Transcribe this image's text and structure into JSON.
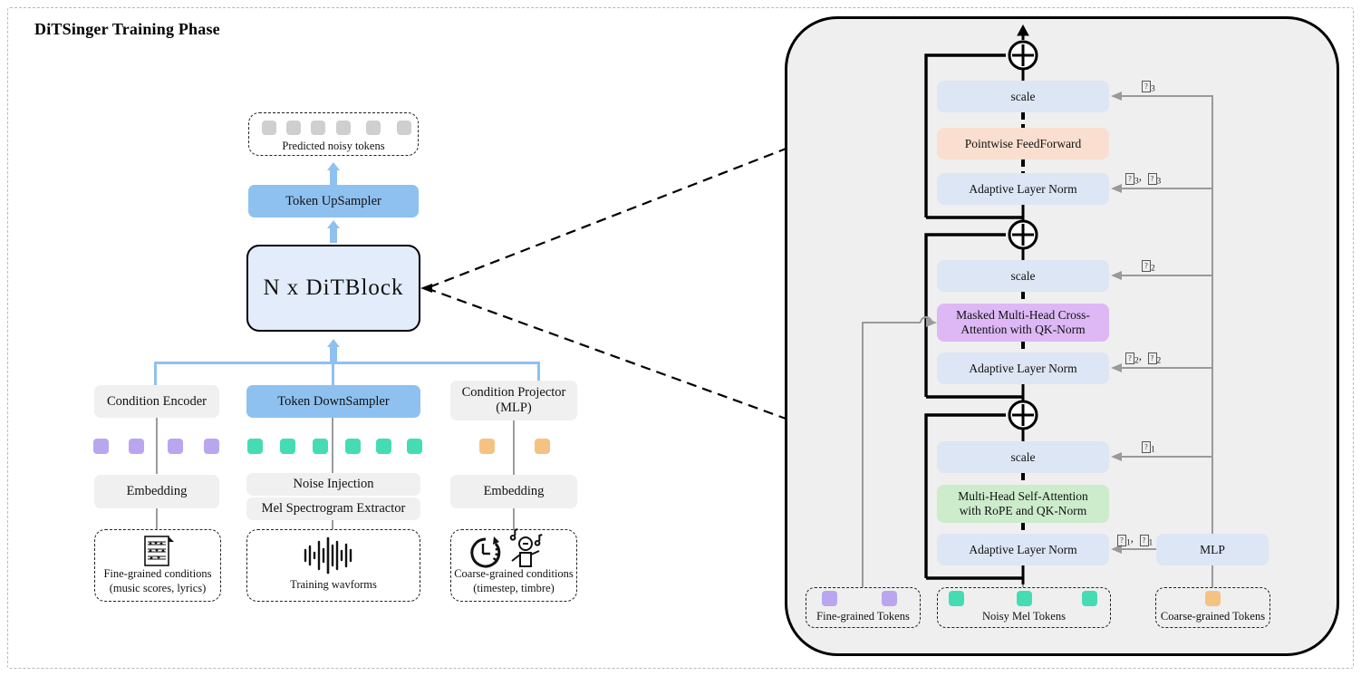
{
  "title": "DiTSinger Training Phase",
  "left": {
    "predicted": {
      "label": "Predicted noisy tokens",
      "token_count": 6,
      "token_color": "#cfcfcf"
    },
    "token_upsampler": "Token UpSampler",
    "ditblock": "N  x  DiTBlock",
    "columns": [
      {
        "name": "fine-grained",
        "top_box": "Condition Encoder",
        "tokens": {
          "count": 4,
          "color": "#b9a6ef"
        },
        "mid_boxes": [
          "Embedding"
        ],
        "icon": "music-score-icon",
        "caption_lines": [
          "Fine-grained conditions",
          "(music scores, lyrics)"
        ]
      },
      {
        "name": "noisy-mel",
        "top_box": "Token DownSampler",
        "tokens": {
          "count": 6,
          "color": "#45dcb4"
        },
        "mid_boxes": [
          "Noise Injection",
          "Mel Spectrogram Extractor"
        ],
        "icon": "waveform-icon",
        "caption_lines": [
          "Training wavforms"
        ]
      },
      {
        "name": "coarse-grained",
        "top_box": "Condition Projector\n(MLP)",
        "top_box_line1": "Condition Projector",
        "top_box_line2": "(MLP)",
        "tokens": {
          "count": 2,
          "color": "#f5c381"
        },
        "mid_boxes": [
          "Embedding"
        ],
        "icon": "clock-and-singer-icon",
        "caption_lines": [
          "Coarse-grained conditions",
          "(timestep, timbre)"
        ]
      }
    ]
  },
  "right": {
    "blocks": [
      {
        "id": "scale-3",
        "label": "scale",
        "style": "lblue"
      },
      {
        "id": "ffn",
        "label": "Pointwise FeedForward",
        "style": "peach"
      },
      {
        "id": "adaln-3",
        "label": "Adaptive Layer Norm",
        "style": "lblue"
      },
      {
        "id": "scale-2",
        "label": "scale",
        "style": "lblue"
      },
      {
        "id": "cross-attn",
        "label": "Masked Multi-Head Cross-Attention with QK-Norm",
        "label_line1": "Masked Multi-Head Cross-",
        "label_line2": "Attention with QK-Norm",
        "style": "purple"
      },
      {
        "id": "adaln-2",
        "label": "Adaptive Layer Norm",
        "style": "lblue"
      },
      {
        "id": "scale-1",
        "label": "scale",
        "style": "lblue"
      },
      {
        "id": "self-attn",
        "label": "Multi-Head Self-Attention with RoPE and QK-Norm",
        "label_line1": "Multi-Head Self-Attention",
        "label_line2": "with RoPE and QK-Norm",
        "style": "green"
      },
      {
        "id": "adaln-1",
        "label": "Adaptive Layer Norm",
        "style": "lblue"
      },
      {
        "id": "mlp",
        "label": "MLP",
        "style": "lblue"
      }
    ],
    "greek_labels": [
      {
        "id": "g3-scale",
        "glyphs": [
          "?"
        ],
        "subs": [
          "3"
        ]
      },
      {
        "id": "g3-adaln",
        "glyphs": [
          "?",
          "?"
        ],
        "subs": [
          "3",
          "3"
        ]
      },
      {
        "id": "g2-scale",
        "glyphs": [
          "?"
        ],
        "subs": [
          "2"
        ]
      },
      {
        "id": "g2-adaln",
        "glyphs": [
          "?",
          "?"
        ],
        "subs": [
          "2",
          "2"
        ]
      },
      {
        "id": "g1-scale",
        "glyphs": [
          "?"
        ],
        "subs": [
          "1"
        ]
      },
      {
        "id": "g1-adaln",
        "glyphs": [
          "?",
          "?"
        ],
        "subs": [
          "1",
          "1"
        ]
      }
    ],
    "legends": [
      {
        "id": "fine",
        "label": "Fine-grained Tokens",
        "count": 2,
        "color": "#b9a6ef"
      },
      {
        "id": "mel",
        "label": "Noisy Mel Tokens",
        "count": 3,
        "color": "#45dcb4"
      },
      {
        "id": "coarse",
        "label": "Coarse-grained Tokens",
        "count": 1,
        "color": "#f5c381"
      }
    ],
    "residual_symbol": "+"
  },
  "colors": {
    "panel_bg": "#efefef",
    "light_blue_block": "#dce6f5",
    "peach_block": "#fadfd0",
    "purple_block": "#ddb8f5",
    "green_block": "#cceccc",
    "flow_blue": "#8ec1f0",
    "gray_box": "#f0f0f0"
  }
}
